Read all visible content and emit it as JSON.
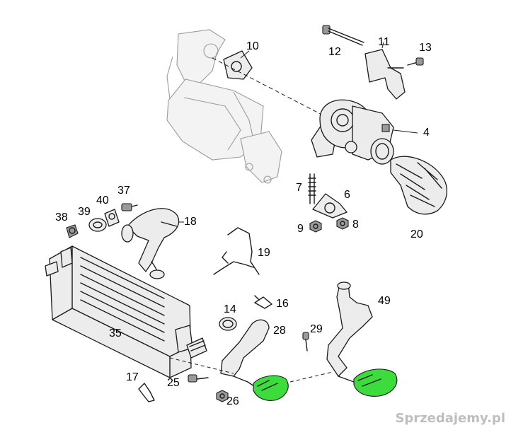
{
  "callouts": {
    "c10": "10",
    "c11": "11",
    "c12": "12",
    "c13": "13",
    "c4": "4",
    "c7": "7",
    "c6": "6",
    "c9": "9",
    "c8": "8",
    "c20": "20",
    "c37": "37",
    "c40": "40",
    "c39": "39",
    "c38": "38",
    "c18": "18",
    "c19": "19",
    "c14": "14",
    "c16": "16",
    "c28": "28",
    "c35": "35",
    "c29": "29",
    "c49": "49",
    "c17": "17",
    "c25": "25",
    "c26": "26"
  },
  "watermark": "Sprzedajemy.pl",
  "colors": {
    "highlight": "#3ddc3d",
    "ghost": "#9c9c9c",
    "ink": "#1a1a1a"
  }
}
